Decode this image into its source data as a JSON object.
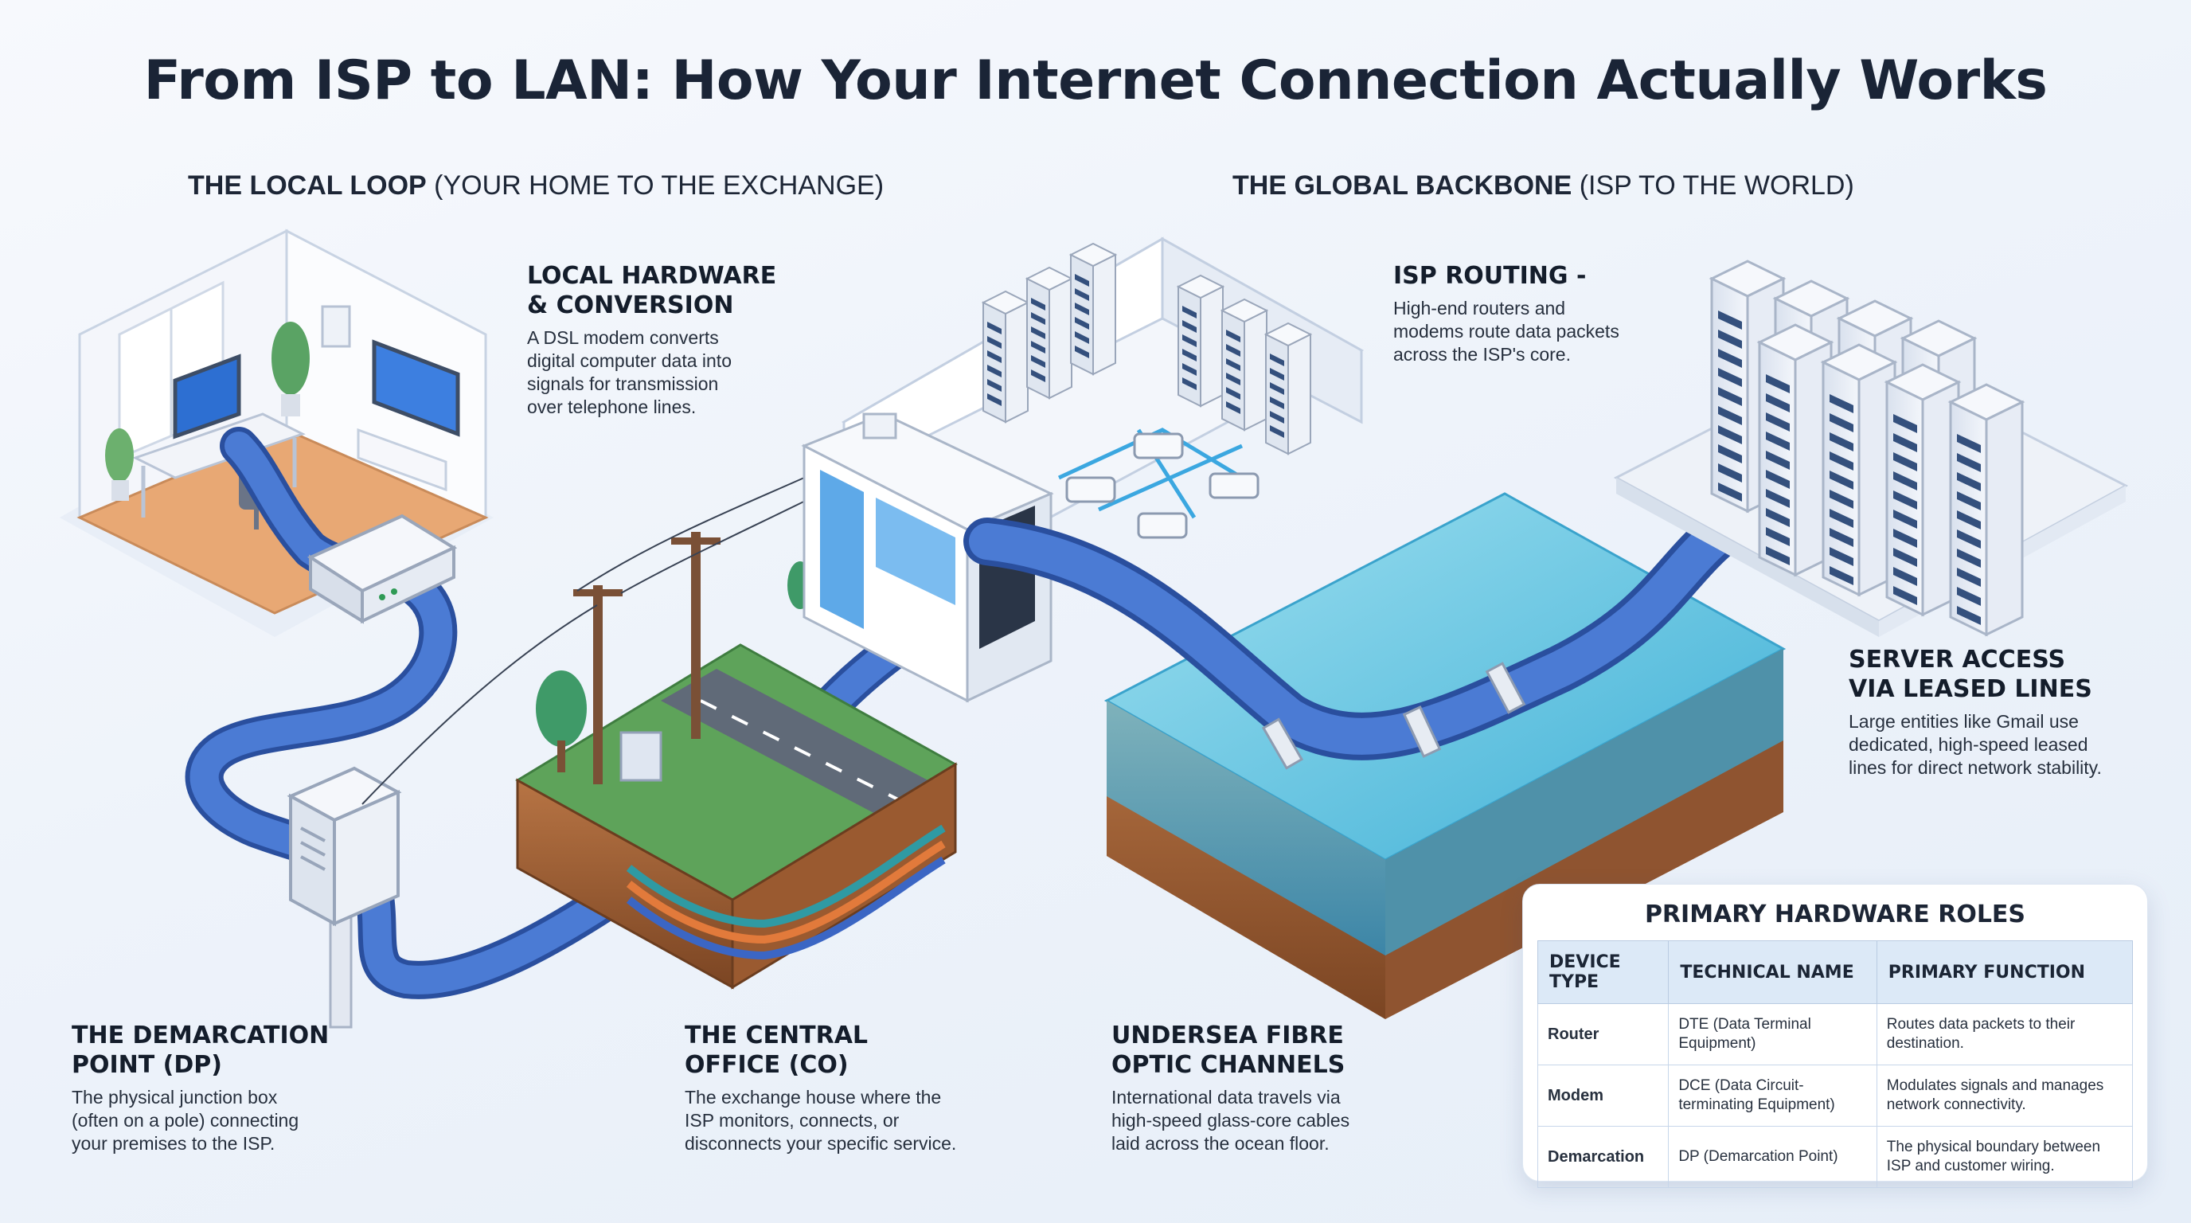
{
  "title": "From ISP to LAN: How Your Internet Connection Actually Works",
  "sections": {
    "local_loop": {
      "bold": "THE LOCAL LOOP",
      "rest": " (YOUR HOME TO THE EXCHANGE)"
    },
    "backbone": {
      "bold": "THE GLOBAL BACKBONE",
      "rest": " (ISP TO THE WORLD)"
    }
  },
  "callouts": {
    "local_hardware": {
      "heading": [
        "LOCAL HARDWARE",
        "& CONVERSION"
      ],
      "desc": [
        "A DSL modem converts",
        "digital computer data into",
        "signals for transmission",
        "over telephone lines."
      ]
    },
    "isp_routing": {
      "heading": [
        "ISP ROUTING -"
      ],
      "desc": [
        "High-end routers and",
        "modems route data packets",
        "across the ISP's core."
      ]
    },
    "server_access": {
      "heading": [
        "SERVER ACCESS",
        "VIA LEASED LINES"
      ],
      "desc": [
        "Large entities like Gmail use",
        "dedicated, high-speed leased",
        "lines for direct network stability."
      ]
    },
    "demarcation": {
      "heading": [
        "THE DEMARCATION",
        "POINT (DP)"
      ],
      "desc": [
        "The physical junction box",
        "(often on a pole) connecting",
        "your premises to the ISP."
      ]
    },
    "central_office": {
      "heading": [
        "THE CENTRAL",
        "OFFICE (CO)"
      ],
      "desc": [
        "The exchange house where the",
        "ISP monitors, connects, or",
        "disconnects your specific service."
      ]
    },
    "undersea": {
      "heading": [
        "UNDERSEA FIBRE",
        "OPTIC CHANNELS"
      ],
      "desc": [
        "International data travels via",
        "high-speed glass-core cables",
        "laid across the ocean floor."
      ]
    }
  },
  "roles_table": {
    "title": "PRIMARY HARDWARE ROLES",
    "headers": [
      "DEVICE TYPE",
      "TECHNICAL NAME",
      "PRIMARY FUNCTION"
    ],
    "rows": [
      {
        "device": "Router",
        "technical": "DTE (Data Terminal Equipment)",
        "function": "Routes data packets to their destination."
      },
      {
        "device": "Modem",
        "technical": "DCE (Data Circuit-terminating Equipment)",
        "function": "Modulates signals and manages network connectivity."
      },
      {
        "device": "Demarcation",
        "technical": "DP (Demarcation Point)",
        "function": "The physical boundary between ISP and customer wiring."
      }
    ]
  },
  "colors": {
    "cable": "#3f6fc9",
    "cable_dark": "#23449a",
    "water": "#4cb7d9",
    "soil": "#a05f35",
    "grass": "#5ea35a",
    "floor": "#e8a874",
    "server": "#e7ecf5",
    "server_slot": "#34507d"
  },
  "icons": [
    "computer-monitor-icon",
    "television-icon",
    "dsl-modem-icon",
    "junction-box-icon",
    "utility-pole-icon",
    "exchange-building-icon",
    "server-rack-icon",
    "router-icon",
    "fibre-cable-icon",
    "tree-icon",
    "plant-icon"
  ]
}
